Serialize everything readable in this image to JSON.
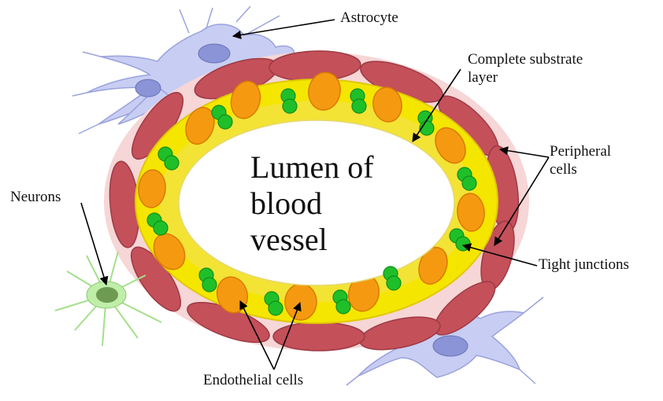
{
  "labels": {
    "astrocyte": "Astrocyte",
    "substrate_line1": "Complete substrate",
    "substrate_line2": "layer",
    "peripheral_line1": "Peripheral",
    "peripheral_line2": "cells",
    "neurons": "Neurons",
    "tight_junctions": "Tight junctions",
    "endothelial": "Endothelial cells",
    "lumen_line1": "Lumen of",
    "lumen_line2": "blood",
    "lumen_line3": "vessel"
  },
  "colors": {
    "pericyte": "#c4505a",
    "pericyte_stroke": "#9e3a44",
    "halo": "#f6d6d6",
    "endothelium": "#f5e600",
    "endothelium_stroke": "#e0c800",
    "nucleus": "#f59a10",
    "nucleus_stroke": "#d97a00",
    "junction": "#1fbf2a",
    "junction_stroke": "#0f8e19",
    "astrocyte": "#c8cdf3",
    "astrocyte_nucleus": "#8a94d6",
    "neuron": "#bfeea8",
    "neuron_nucleus": "#6f9a52"
  },
  "icons": [
    "astrocyte-icon",
    "neuron-icon",
    "pericyte-icon",
    "endothelial-cell-icon",
    "tight-junction-icon"
  ]
}
